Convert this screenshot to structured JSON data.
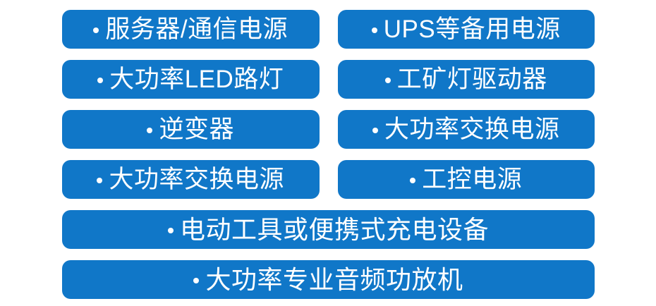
{
  "colors": {
    "pill_background": "#1077c8",
    "pill_text": "#ffffff",
    "page_background": "#ffffff",
    "bullet": "#ffffff"
  },
  "bullet_glyph": "•",
  "rows": [
    {
      "layout": "two-column",
      "items": [
        {
          "label": "服务器/通信电源"
        },
        {
          "label": "UPS等备用电源"
        }
      ]
    },
    {
      "layout": "two-column",
      "items": [
        {
          "label": "大功率LED路灯"
        },
        {
          "label": "工矿灯驱动器"
        }
      ]
    },
    {
      "layout": "two-column",
      "items": [
        {
          "label": "逆变器"
        },
        {
          "label": "大功率交换电源"
        }
      ]
    },
    {
      "layout": "two-column",
      "items": [
        {
          "label": "大功率交换电源"
        },
        {
          "label": "工控电源"
        }
      ]
    },
    {
      "layout": "full-width",
      "items": [
        {
          "label": "电动工具或便携式充电设备"
        }
      ]
    },
    {
      "layout": "full-width",
      "items": [
        {
          "label": "大功率专业音频功放机"
        }
      ]
    }
  ]
}
